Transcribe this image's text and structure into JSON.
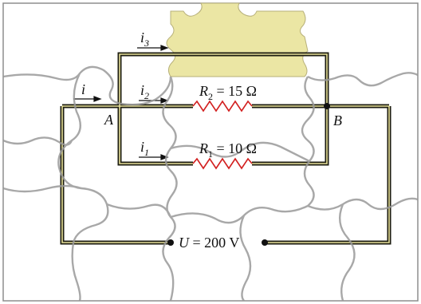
{
  "labels": {
    "i_total": "i",
    "i_branch3": "i",
    "i_branch3_sub": "3",
    "i_branch2": "i",
    "i_branch2_sub": "2",
    "i_branch1": "i",
    "i_branch1_sub": "1",
    "node_a": "A",
    "node_b": "B",
    "r2_symbol": "R",
    "r2_sub": "2",
    "r2_value": " = 15 Ω",
    "r1_symbol": "R",
    "r1_sub": "1",
    "r1_value": " = 10 Ω",
    "voltage_symbol": "U",
    "voltage_value": " = 200 V"
  },
  "colors": {
    "wire": "#1c1c10",
    "wire_highlight": "#e8e29a",
    "resistor": "#d21f1f",
    "puzzle_line": "#9a9a9a",
    "hidden_piece": "#ebe6a4"
  }
}
